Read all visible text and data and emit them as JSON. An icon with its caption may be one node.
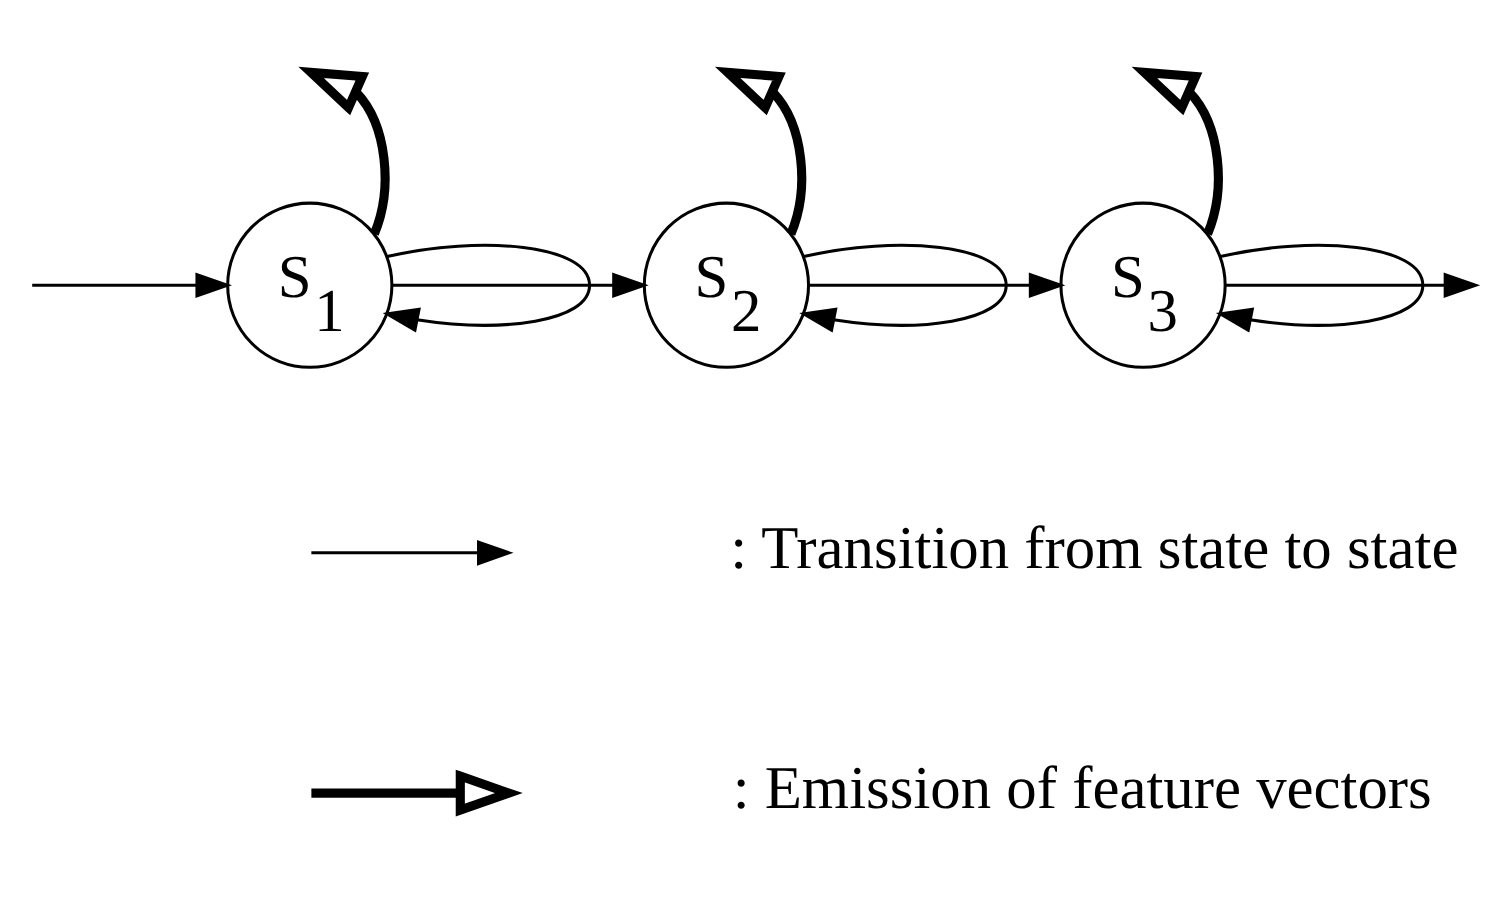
{
  "diagram": {
    "nodes": [
      {
        "text": [
          "S$_{1}$"
        ]
      },
      {
        "text": [
          "S$_{2}$"
        ]
      },
      {
        "text": [
          "S$_{3}$"
        ]
      }
    ],
    "edges": [
      {
        "from": null,
        "to": 0,
        "arrow": "to"
      },
      {
        "from": 0,
        "to": 1,
        "arrow": "to"
      },
      {
        "from": 1,
        "to": 2,
        "arrow": "to"
      },
      {
        "from": 2,
        "to": null,
        "arrow": "to"
      },
      {
        "from": 0,
        "to": 0,
        "arrow": "to"
      },
      {
        "from": 1,
        "to": 1,
        "arrow": "to"
      },
      {
        "from": 2,
        "to": 2,
        "arrow": "to"
      },
      {
        "from": 0,
        "to": null,
        "arrow": "to",
        "style": "thick"
      },
      {
        "from": 1,
        "to": null,
        "arrow": "to",
        "style": "thick"
      },
      {
        "from": 2,
        "to": null,
        "arrow": "to",
        "style": "thick"
      }
    ],
    "legend": [
      {
        "text": ": Transition from state to state"
      },
      {
        "text": ": Emission of feature vectors"
      }
    ]
  }
}
